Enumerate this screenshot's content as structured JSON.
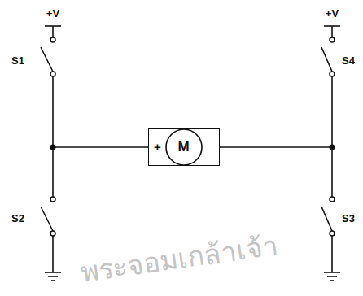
{
  "diagram": {
    "nodes": [
      {
        "text": [
          "+",
          "M"
        ]
      }
    ],
    "labels": [
      "+V",
      "+V",
      "S1",
      "S4",
      "S2",
      "S3",
      "พระจอมเกล้าเจ้า"
    ]
  }
}
